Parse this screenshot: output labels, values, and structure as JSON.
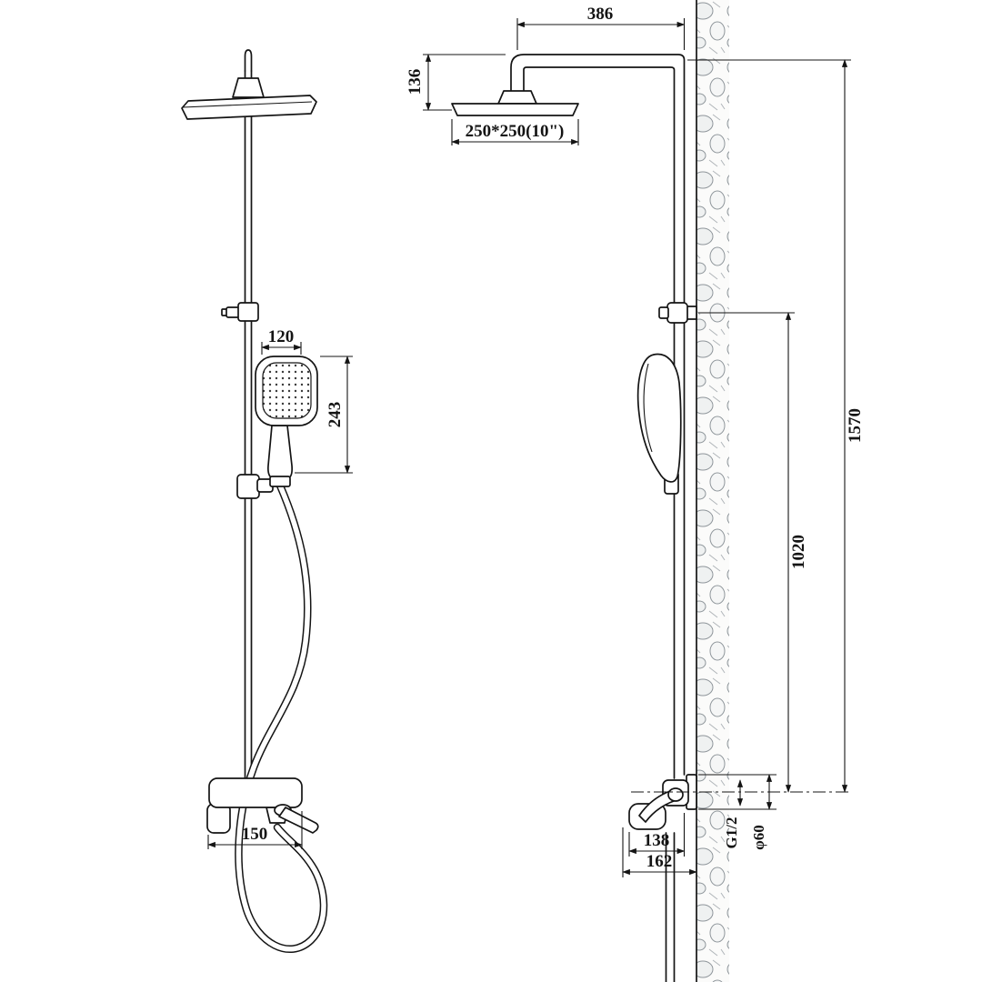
{
  "colors": {
    "line": "#141414",
    "background": "#ffffff",
    "wall_stone": "#8f969b"
  },
  "dims": {
    "arm_length": "386",
    "head_drop": "136",
    "head_size": "250*250(10\")",
    "hand_width": "120",
    "hand_height": "243",
    "mixer_width": "150",
    "total_height": "1570",
    "bar_height": "1020",
    "thread": "G1/2",
    "escutcheon_dia": "φ60",
    "spout_reach": "138",
    "total_reach": "162"
  }
}
